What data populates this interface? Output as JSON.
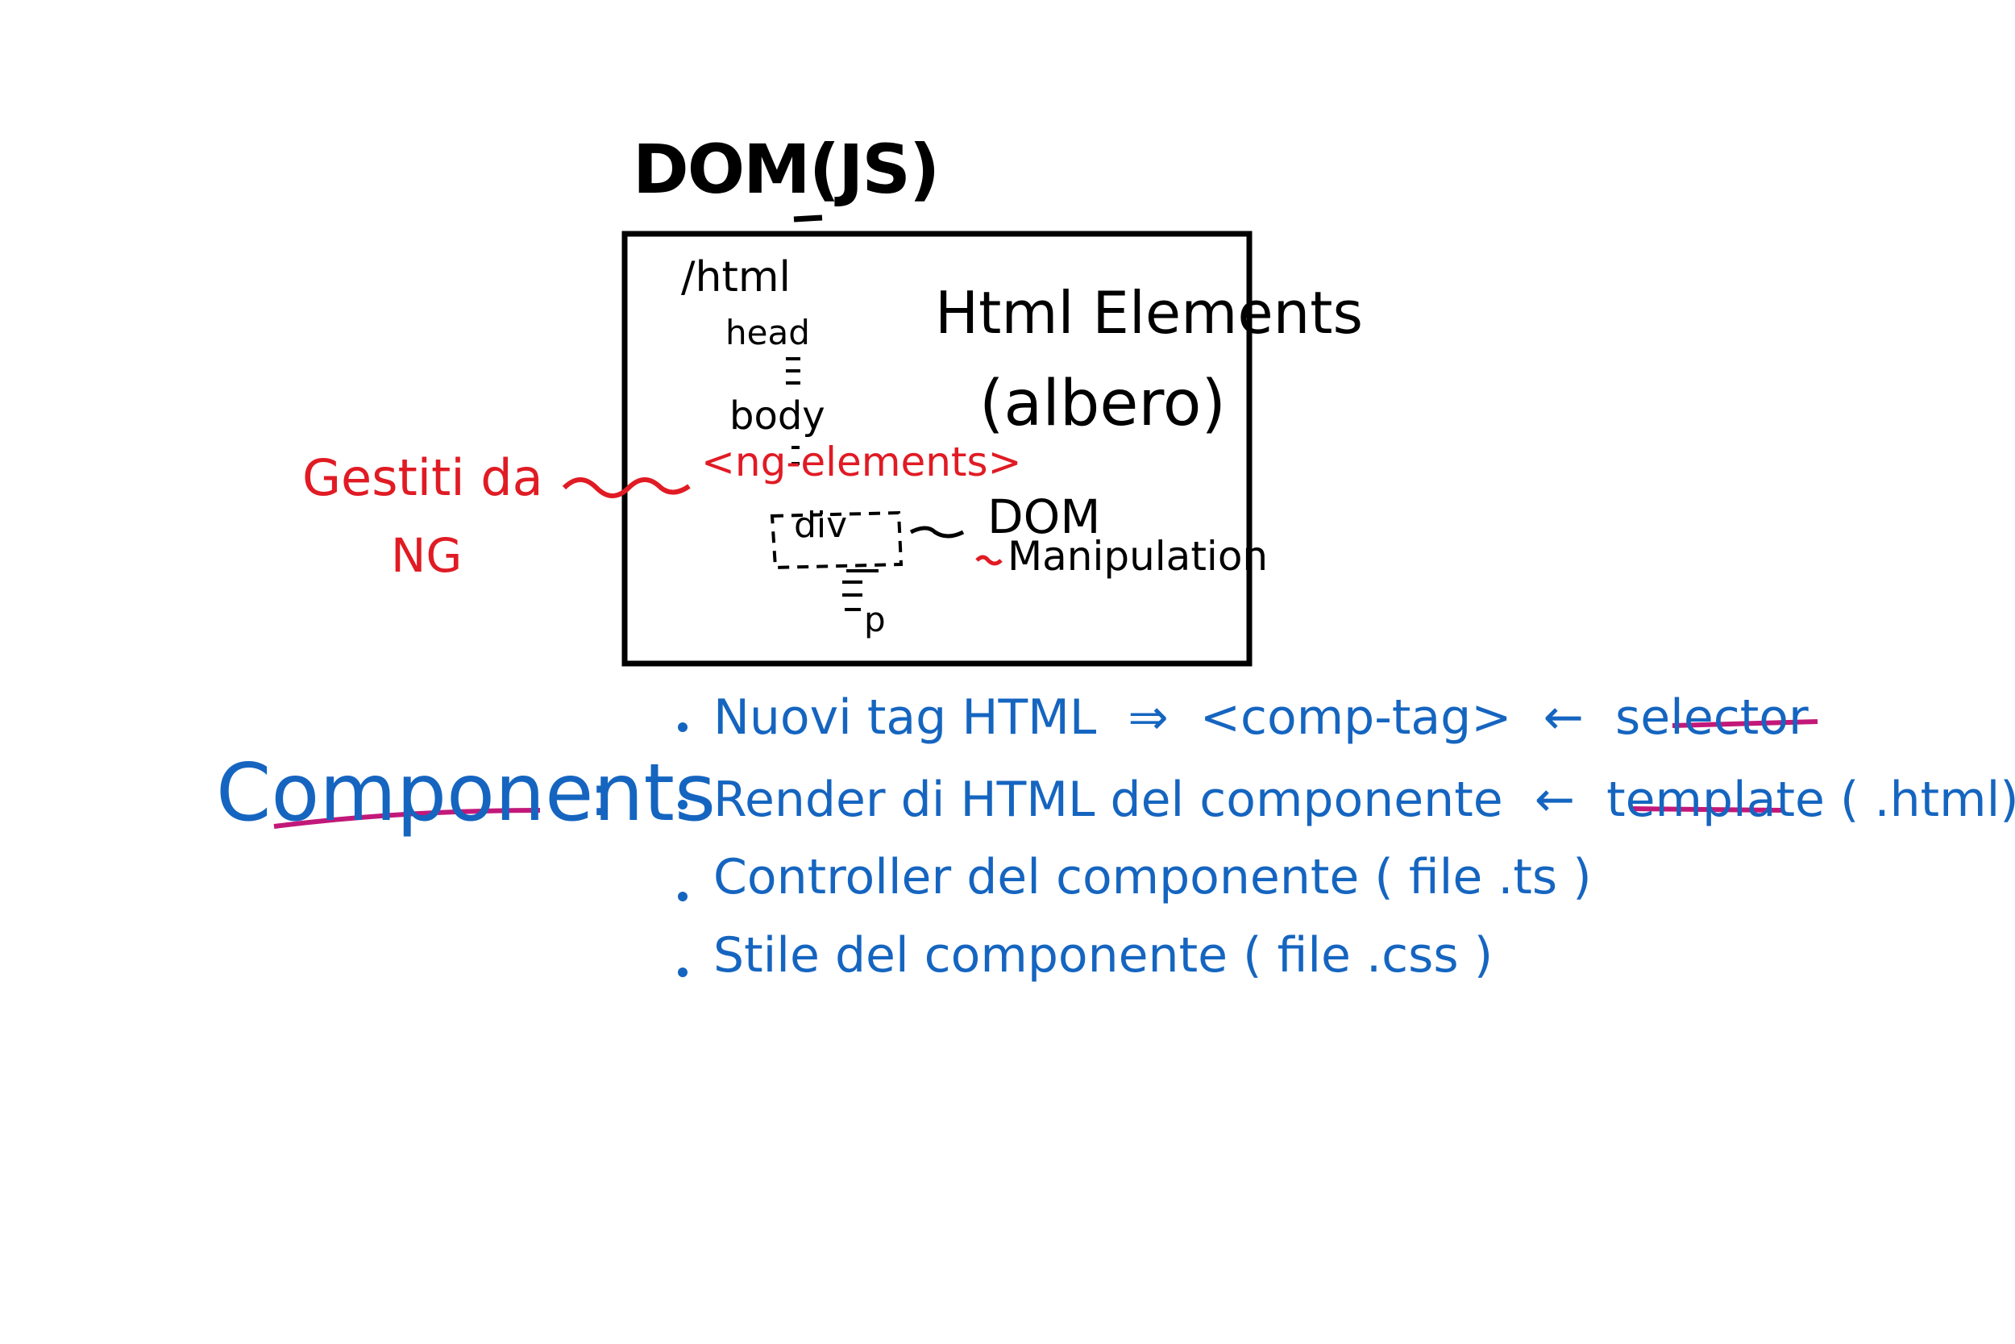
{
  "colors": {
    "ink": "#000000",
    "red": "#e01b24",
    "blue": "#1565c0",
    "highlight": "#c2187a"
  },
  "dom_box": {
    "title_prefix": "DOM",
    "title_js": "JS",
    "tree": {
      "html": "/html",
      "head": "head",
      "body": "body",
      "div": "div",
      "p": "p"
    },
    "html_elements": "Html Elements",
    "albero": "(albero)",
    "dom_label": "DOM",
    "manipulation": "Manipulation"
  },
  "red_notes": {
    "gestiti": "Gestiti da",
    "ng": "NG",
    "ng_elements": "<ng-elements>"
  },
  "components": {
    "heading": "Components",
    "colon": ":",
    "bullets": [
      {
        "prefix": "Nuovi tag HTML",
        "arrow": "⇒",
        "middle": "<comp-tag>",
        "sep": "←",
        "keyword": "selector",
        "suffix": ""
      },
      {
        "prefix": "Render di HTML del componente",
        "arrow": "",
        "middle": "",
        "sep": "←",
        "keyword": "template",
        "suffix": "( .html)"
      },
      {
        "prefix": "Controller del componente",
        "arrow": "",
        "middle": "",
        "sep": "",
        "keyword": "",
        "suffix": "( file .ts )"
      },
      {
        "prefix": "Stile del componente",
        "arrow": "",
        "middle": "",
        "sep": "",
        "keyword": "",
        "suffix": "( file .css )"
      }
    ]
  }
}
